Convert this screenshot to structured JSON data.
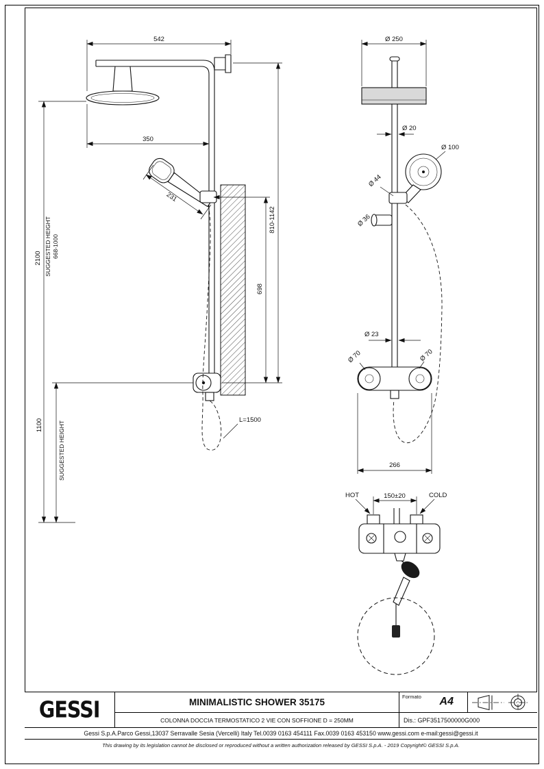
{
  "drawing": {
    "front_view": {
      "dim_arm_width": "542",
      "dim_head_offset": "350",
      "dim_hand_shower_length": "231",
      "dim_total_height": "2100",
      "suggested_height_label": "SUGGESTED HEIGHT",
      "suggested_height_range": "668-1000",
      "dim_holder_range": "810-1142",
      "dim_mixer_to_holder": "698",
      "dim_mixer_height": "1100",
      "suggested_height_label_2": "SUGGESTED HEIGHT",
      "hose_length_label": "L=1500"
    },
    "side_view": {
      "dim_head_diameter": "Ø 250",
      "dim_pipe_diameter": "Ø 20",
      "dim_hand_shower_diameter": "Ø 100",
      "dim_handle_diameter": "Ø 44",
      "dim_diverter_diameter": "Ø 36",
      "dim_column_diameter": "Ø 23",
      "dim_knob_left_diameter": "Ø 70",
      "dim_knob_right_diameter": "Ø 70",
      "dim_mixer_width": "266"
    },
    "detail_view": {
      "hot_label": "HOT",
      "cold_label": "COLD",
      "dim_inlet_spacing": "150±20"
    }
  },
  "title_block": {
    "logo_text": "GESSI",
    "product_title": "MINIMALISTIC SHOWER 35175",
    "product_subtitle": "COLONNA DOCCIA TERMOSTATICO 2 VIE CON SOFFIONE D = 250MM",
    "format_label": "Formato",
    "format_value": "A4",
    "drawing_number": "Dis.: GPF3517500000G000",
    "company_line": "Gessi S.p.A.Parco Gessi,13037 Serravalle Sesia (Vercelli) Italy Tel.0039 0163 454111 Fax.0039 0163 453150 www.gessi.com e-mail:gessi@gessi.it",
    "copyright_line": "This drawing by its legislation cannot be disclosed or reproduced without a written authorization released by GESSI S.p.A. - 2019 Copyright© GESSI S.p.A."
  }
}
